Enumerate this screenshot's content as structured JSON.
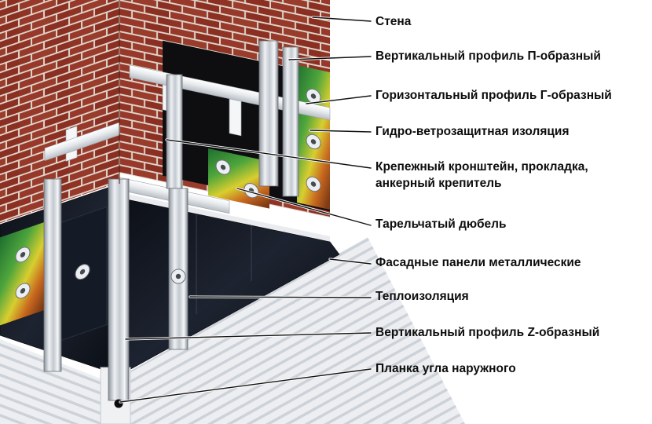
{
  "diagram": {
    "labels": [
      {
        "id": "wall",
        "text": "Стена"
      },
      {
        "id": "vertical-profile-p",
        "text": "Вертикальный профиль П-образный"
      },
      {
        "id": "horizontal-profile-g",
        "text": "Горизонтальный профиль Г-образный"
      },
      {
        "id": "hydro-wind-insulation",
        "text": "Гидро-ветрозащитная изоляция"
      },
      {
        "id": "bracket-gasket-anchor",
        "text": "Крепежный кронштейн, прокладка, анкерный крепитель"
      },
      {
        "id": "plate-dowel",
        "text": "Тарельчатый дюбель"
      },
      {
        "id": "facade-panels",
        "text": "Фасадные панели металлические"
      },
      {
        "id": "thermal-insulation",
        "text": "Теплоизоляция"
      },
      {
        "id": "vertical-profile-z",
        "text": "Вертикальный профиль Z-образный"
      },
      {
        "id": "outer-corner-strip",
        "text": "Планка угла наружного"
      }
    ],
    "colors": {
      "brick": "#97382a",
      "mortar": "#ddd3c8",
      "membrane": "#0e0e10",
      "insulation_green": "#1e6f2f",
      "insulation_yellow": "#d8ce2f",
      "insulation_orange": "#c8681f",
      "profile_silver": "#c2c8cf",
      "panel_dark": "#141a26",
      "ground_stripe": "#cdd2d8",
      "label_text": "#0d0d0d",
      "leader_line": "#111111"
    }
  }
}
